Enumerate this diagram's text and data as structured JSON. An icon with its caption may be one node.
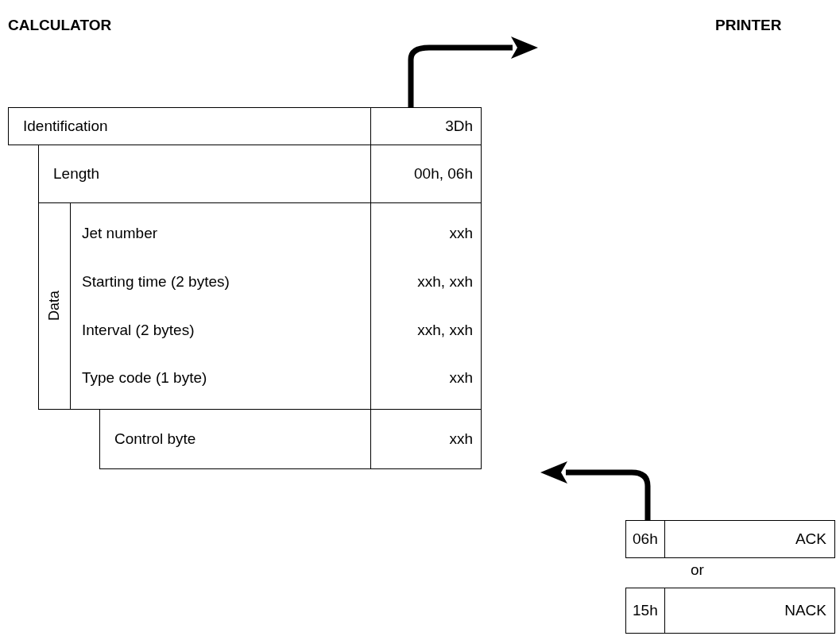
{
  "diagram": {
    "nodes": [
      {
        "text": [
          "Identification",
          "3Dh"
        ]
      },
      {
        "text": [
          "Length",
          "00h, 06h"
        ]
      },
      {
        "text": [
          "Data",
          "Jet number",
          "xxh",
          "Starting time (2 bytes)",
          "xxh, xxh",
          "Interval (2 bytes)",
          "xxh, xxh",
          "Type code (1 byte)",
          "xxh"
        ]
      },
      {
        "text": [
          "Control byte",
          "xxh"
        ]
      },
      {
        "text": [
          "06h",
          "ACK"
        ]
      },
      {
        "text": [
          "15h",
          "NACK"
        ]
      }
    ],
    "edges": [
      {
        "from": 0,
        "to": null,
        "arrow": "to"
      },
      {
        "from": 4,
        "to": null,
        "arrow": "to"
      }
    ],
    "labels": [
      "CALCULATOR",
      "PRINTER",
      "or"
    ]
  }
}
